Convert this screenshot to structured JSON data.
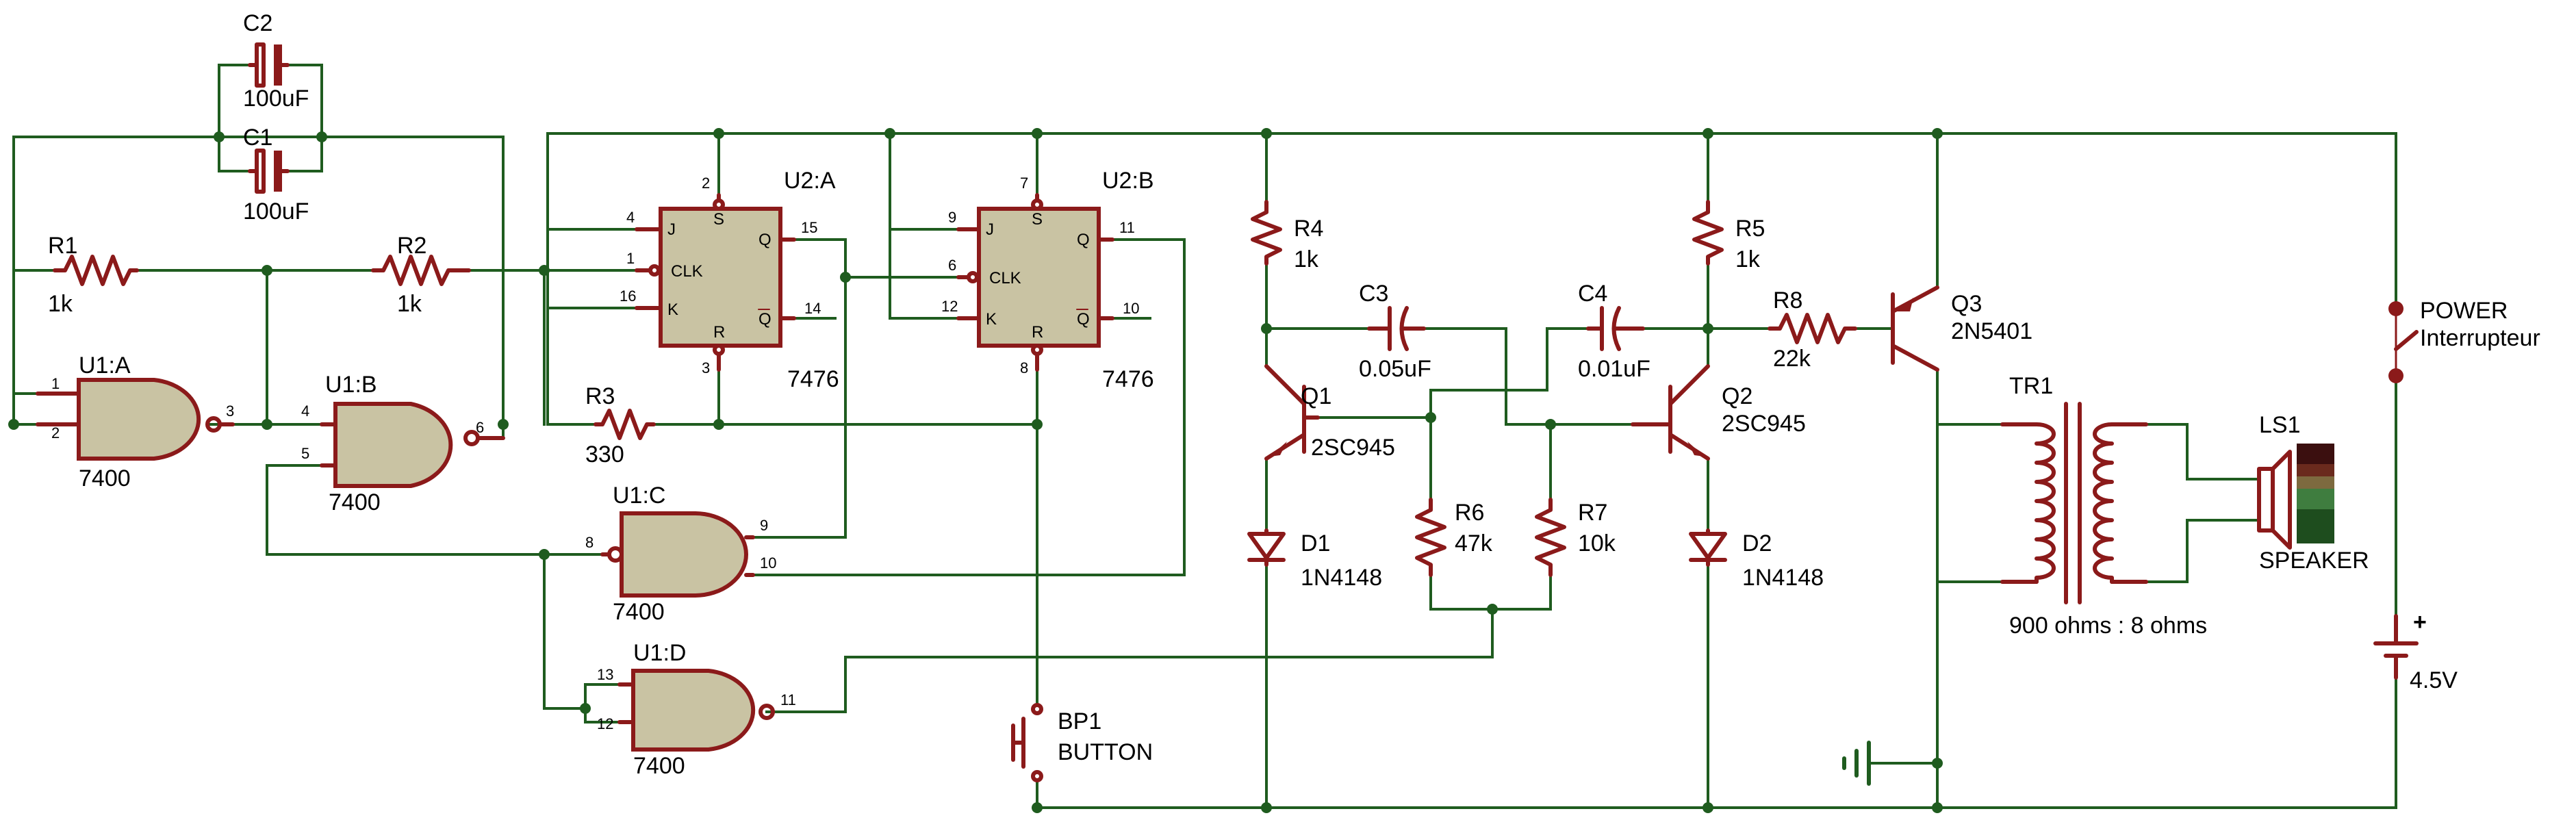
{
  "colors": {
    "background": "#ffffff",
    "wire": "#1f5c1f",
    "component": "#8b1a1a",
    "gate_fill": "#c9c3a3",
    "chip_fill": "#c9c3a3",
    "text": "#000000",
    "speaker_bars": [
      "#3b0f0f",
      "#6a2a1d",
      "#7d6a3f",
      "#3f7d3f",
      "#1e4d1e"
    ]
  },
  "capacitors": {
    "c2": {
      "ref": "C2",
      "value": "100uF"
    },
    "c1": {
      "ref": "C1",
      "value": "100uF"
    },
    "c3": {
      "ref": "C3",
      "value": "0.05uF"
    },
    "c4": {
      "ref": "C4",
      "value": "0.01uF"
    }
  },
  "resistors": {
    "r1": {
      "ref": "R1",
      "value": "1k"
    },
    "r2": {
      "ref": "R2",
      "value": "1k"
    },
    "r3": {
      "ref": "R3",
      "value": "330"
    },
    "r4": {
      "ref": "R4",
      "value": "1k"
    },
    "r5": {
      "ref": "R5",
      "value": "1k"
    },
    "r6": {
      "ref": "R6",
      "value": "47k"
    },
    "r7": {
      "ref": "R7",
      "value": "10k"
    },
    "r8": {
      "ref": "R8",
      "value": "22k"
    }
  },
  "gates": {
    "u1a": {
      "ref": "U1:A",
      "part": "7400",
      "pins": [
        "1",
        "2",
        "3"
      ]
    },
    "u1b": {
      "ref": "U1:B",
      "part": "7400",
      "pins": [
        "4",
        "5",
        "6"
      ]
    },
    "u1c": {
      "ref": "U1:C",
      "part": "7400",
      "pins": [
        "8",
        "9",
        "10"
      ]
    },
    "u1d": {
      "ref": "U1:D",
      "part": "7400",
      "pins": [
        "13",
        "12",
        "11"
      ]
    }
  },
  "flipflops": {
    "u2a": {
      "ref": "U2:A",
      "part": "7476",
      "pins": {
        "j": "4",
        "clk": "1",
        "k": "16",
        "s": "2",
        "r": "3",
        "q": "15",
        "qbar": "14"
      }
    },
    "u2b": {
      "ref": "U2:B",
      "part": "7476",
      "pins": {
        "j": "9",
        "clk": "6",
        "k": "12",
        "s": "7",
        "r": "8",
        "q": "11",
        "qbar": "10"
      }
    },
    "labels": {
      "j": "J",
      "clk": "CLK",
      "k": "K",
      "s": "S",
      "r": "R",
      "q": "Q",
      "qbar": "Q"
    }
  },
  "transistors": {
    "q1": {
      "ref": "Q1",
      "part": "2SC945"
    },
    "q2": {
      "ref": "Q2",
      "part": "2SC945"
    },
    "q3": {
      "ref": "Q3",
      "part": "2N5401"
    }
  },
  "diodes": {
    "d1": {
      "ref": "D1",
      "part": "1N4148"
    },
    "d2": {
      "ref": "D2",
      "part": "1N4148"
    }
  },
  "button": {
    "ref": "BP1",
    "label": "BUTTON"
  },
  "transformer": {
    "ref": "TR1",
    "ratio": "900 ohms : 8 ohms"
  },
  "speaker": {
    "ref": "LS1",
    "label": "SPEAKER"
  },
  "power_switch": {
    "ref": "POWER",
    "label": "Interrupteur"
  },
  "battery": {
    "polarity": "+",
    "value": "4.5V"
  }
}
